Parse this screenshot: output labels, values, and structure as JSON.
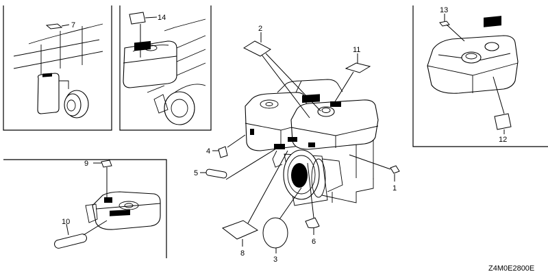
{
  "callouts": {
    "c1": "1",
    "c2": "2",
    "c3": "3",
    "c4": "4",
    "c5": "5",
    "c6": "6",
    "c7": "7",
    "c8": "8",
    "c9": "9",
    "c10": "10",
    "c11": "11",
    "c12": "12",
    "c13": "13",
    "c14": "14"
  },
  "diagram_code": "Z4M0E2800E"
}
